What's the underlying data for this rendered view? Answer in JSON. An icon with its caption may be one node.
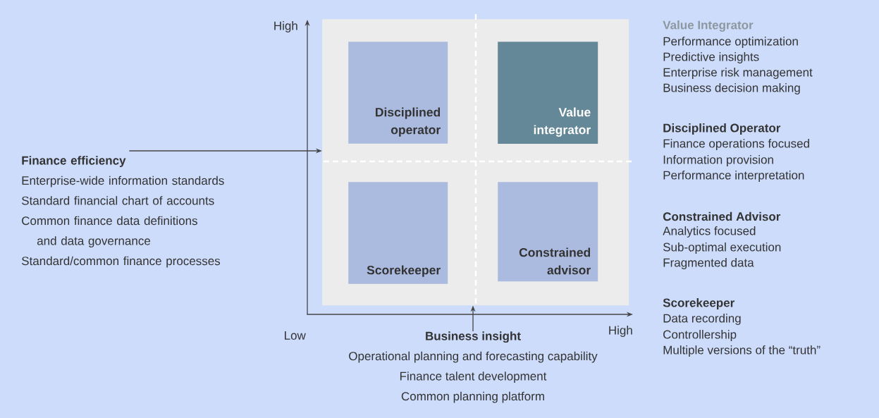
{
  "diagram": {
    "nodes": [
      {
        "text": [],
        "shape": "box"
      },
      {
        "text": [
          "Disciplined operator"
        ],
        "in": 0
      },
      {
        "text": [
          "Value integrator"
        ],
        "in": 0
      },
      {
        "text": [
          "Scorekeeper"
        ],
        "in": 0
      },
      {
        "text": [
          "Constrained advisor"
        ],
        "in": 0
      },
      {
        "text": [
          "Finance efficiency",
          "Enterprise-wide information standards",
          "Standard financial chart of accounts",
          "Common finance data definitions and data governance",
          "Standard/common finance processes"
        ]
      },
      {
        "text": [
          "Business insight",
          "Operational planning and forecasting capability",
          "Finance talent development",
          "Common planning platform"
        ]
      }
    ],
    "edges": [
      {
        "from": 5,
        "to": 0,
        "arrow": "to"
      },
      {
        "from": 6,
        "to": 0,
        "arrow": "to"
      }
    ],
    "labels": [
      "High",
      "Value Integrator",
      "Performance optimization",
      "Predictive insights",
      "Enterprise risk management",
      "Business decision making",
      "Disciplined Operator",
      "Finance operations focused",
      "Information provision",
      "Performance interpretation",
      "Constrained Advisor",
      "Analytics focused",
      "Sub-optimal execution",
      "Fragmented data",
      "Scorekeeper",
      "Data recording",
      "Controllership",
      "Multiple versions of the “truth”",
      "Low",
      "High"
    ]
  }
}
